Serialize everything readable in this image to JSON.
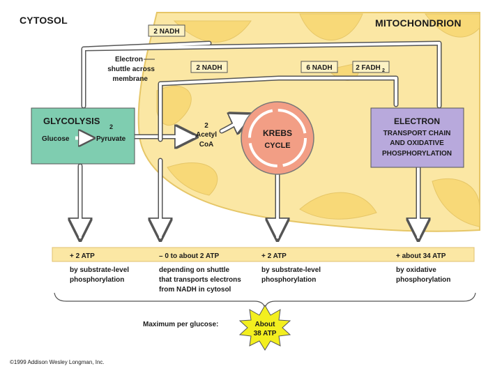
{
  "regions": {
    "cytosol": "CYTOSOL",
    "mitochondrion": "MITOCHONDRION"
  },
  "tags": {
    "nadh_top": "2 NADH",
    "nadh_mid": "2 NADH",
    "nadh_krebs": "6 NADH",
    "fadh2": "2 FADH",
    "fadh2_sub": "2"
  },
  "shuttle": {
    "line1": "Electron",
    "line2": "shuttle across",
    "line3": "membrane"
  },
  "glycolysis": {
    "title": "GLYCOLYSIS",
    "num": "2",
    "glucose": "Glucose",
    "pyruvate": "Pyruvate"
  },
  "acetyl": {
    "line1": "2",
    "line2": "Acetyl",
    "line3": "CoA"
  },
  "krebs": {
    "line1": "KREBS",
    "line2": "CYCLE"
  },
  "etc": {
    "line1": "ELECTRON",
    "line2": "TRANSPORT CHAIN",
    "line3": "AND OXIDATIVE",
    "line4": "PHOSPHORYLATION"
  },
  "atp": {
    "col1": {
      "amount": "+ 2 ATP",
      "d1": "by substrate-level",
      "d2": "phosphorylation"
    },
    "col2": {
      "amount": "– 0 to about 2 ATP",
      "d1": "depending on shuttle",
      "d2": "that transports electrons",
      "d3": "from NADH in cytosol"
    },
    "col3": {
      "amount": "+ 2 ATP",
      "d1": "by substrate-level",
      "d2": "phosphorylation"
    },
    "col4": {
      "amount": "+ about 34 ATP",
      "d1": "by oxidative",
      "d2": "phosphorylation"
    }
  },
  "summary": {
    "label": "Maximum per glucose:",
    "burst1": "About",
    "burst2": "38 ATP"
  },
  "copyright": "©1999 Addison Wesley Longman, Inc.",
  "colors": {
    "mito_fill": "#fbe7a4",
    "mito_inner": "#f8d978",
    "glycolysis": "#7fcdb0",
    "krebs": "#f29e85",
    "etc": "#b8a9dc",
    "tag": "#fdf2c4",
    "burst": "#f3ef1f"
  }
}
